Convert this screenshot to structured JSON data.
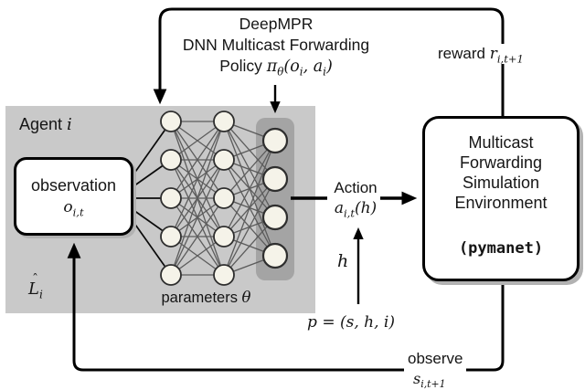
{
  "header": {
    "line1": "DeepMPR",
    "line2": "DNN Multicast Forwarding",
    "line3_prefix": "Policy ",
    "line3_math": "π_{θ}(o_{i}, a_{i})"
  },
  "agent": {
    "label_prefix": "Agent ",
    "label_math": "i",
    "observation_title": "observation",
    "observation_math": "o_{i,t}",
    "parameters_prefix": "parameters ",
    "parameters_math": "θ",
    "lhat_hat": "ˆ",
    "lhat_base": "L",
    "lhat_sub": "i"
  },
  "nn": {
    "layers": [
      5,
      5,
      4
    ]
  },
  "env": {
    "lines": [
      "Multicast",
      "Forwarding",
      "Simulation",
      "Environment"
    ],
    "code_label": "(pymanet)"
  },
  "edges": {
    "reward_prefix": "reward ",
    "reward_math": "r_{i,t+1}",
    "action_prefix": "Action",
    "action_math": "a_{i,t}(h)",
    "h_math": "h",
    "packet_math": "p = (s, h, i)",
    "observe_prefix": "observe",
    "observe_math": "s_{i,t+1}"
  },
  "colors": {
    "agent_bg": "#c9c9c9",
    "output_layer_bg": "#a4a4a4",
    "node_fill": "#f5f3e9",
    "node_stroke": "#2e2e2e",
    "nn_edge": "#5c5c5c",
    "fan_line": "#0a0a0a",
    "line": "#000000",
    "shadow": "#b2b2b2"
  }
}
